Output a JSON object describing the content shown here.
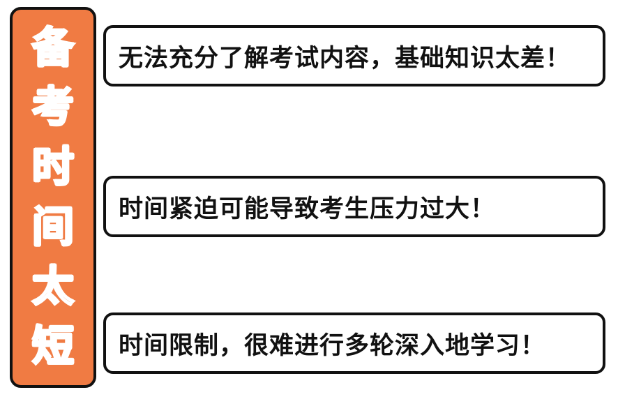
{
  "banner": {
    "title": "备考时间太短",
    "chars": [
      "备",
      "考",
      "时",
      "间",
      "太",
      "短"
    ],
    "bg_color": "#F07B43",
    "border_color": "#111111",
    "char_outline_color": "#ffffff"
  },
  "callouts": [
    {
      "text": "无法充分了解考试内容，基础知识太差！"
    },
    {
      "text": "时间紧迫可能导致考生压力过大！"
    },
    {
      "text": "时间限制，很难进行多轮深入地学习！"
    }
  ]
}
